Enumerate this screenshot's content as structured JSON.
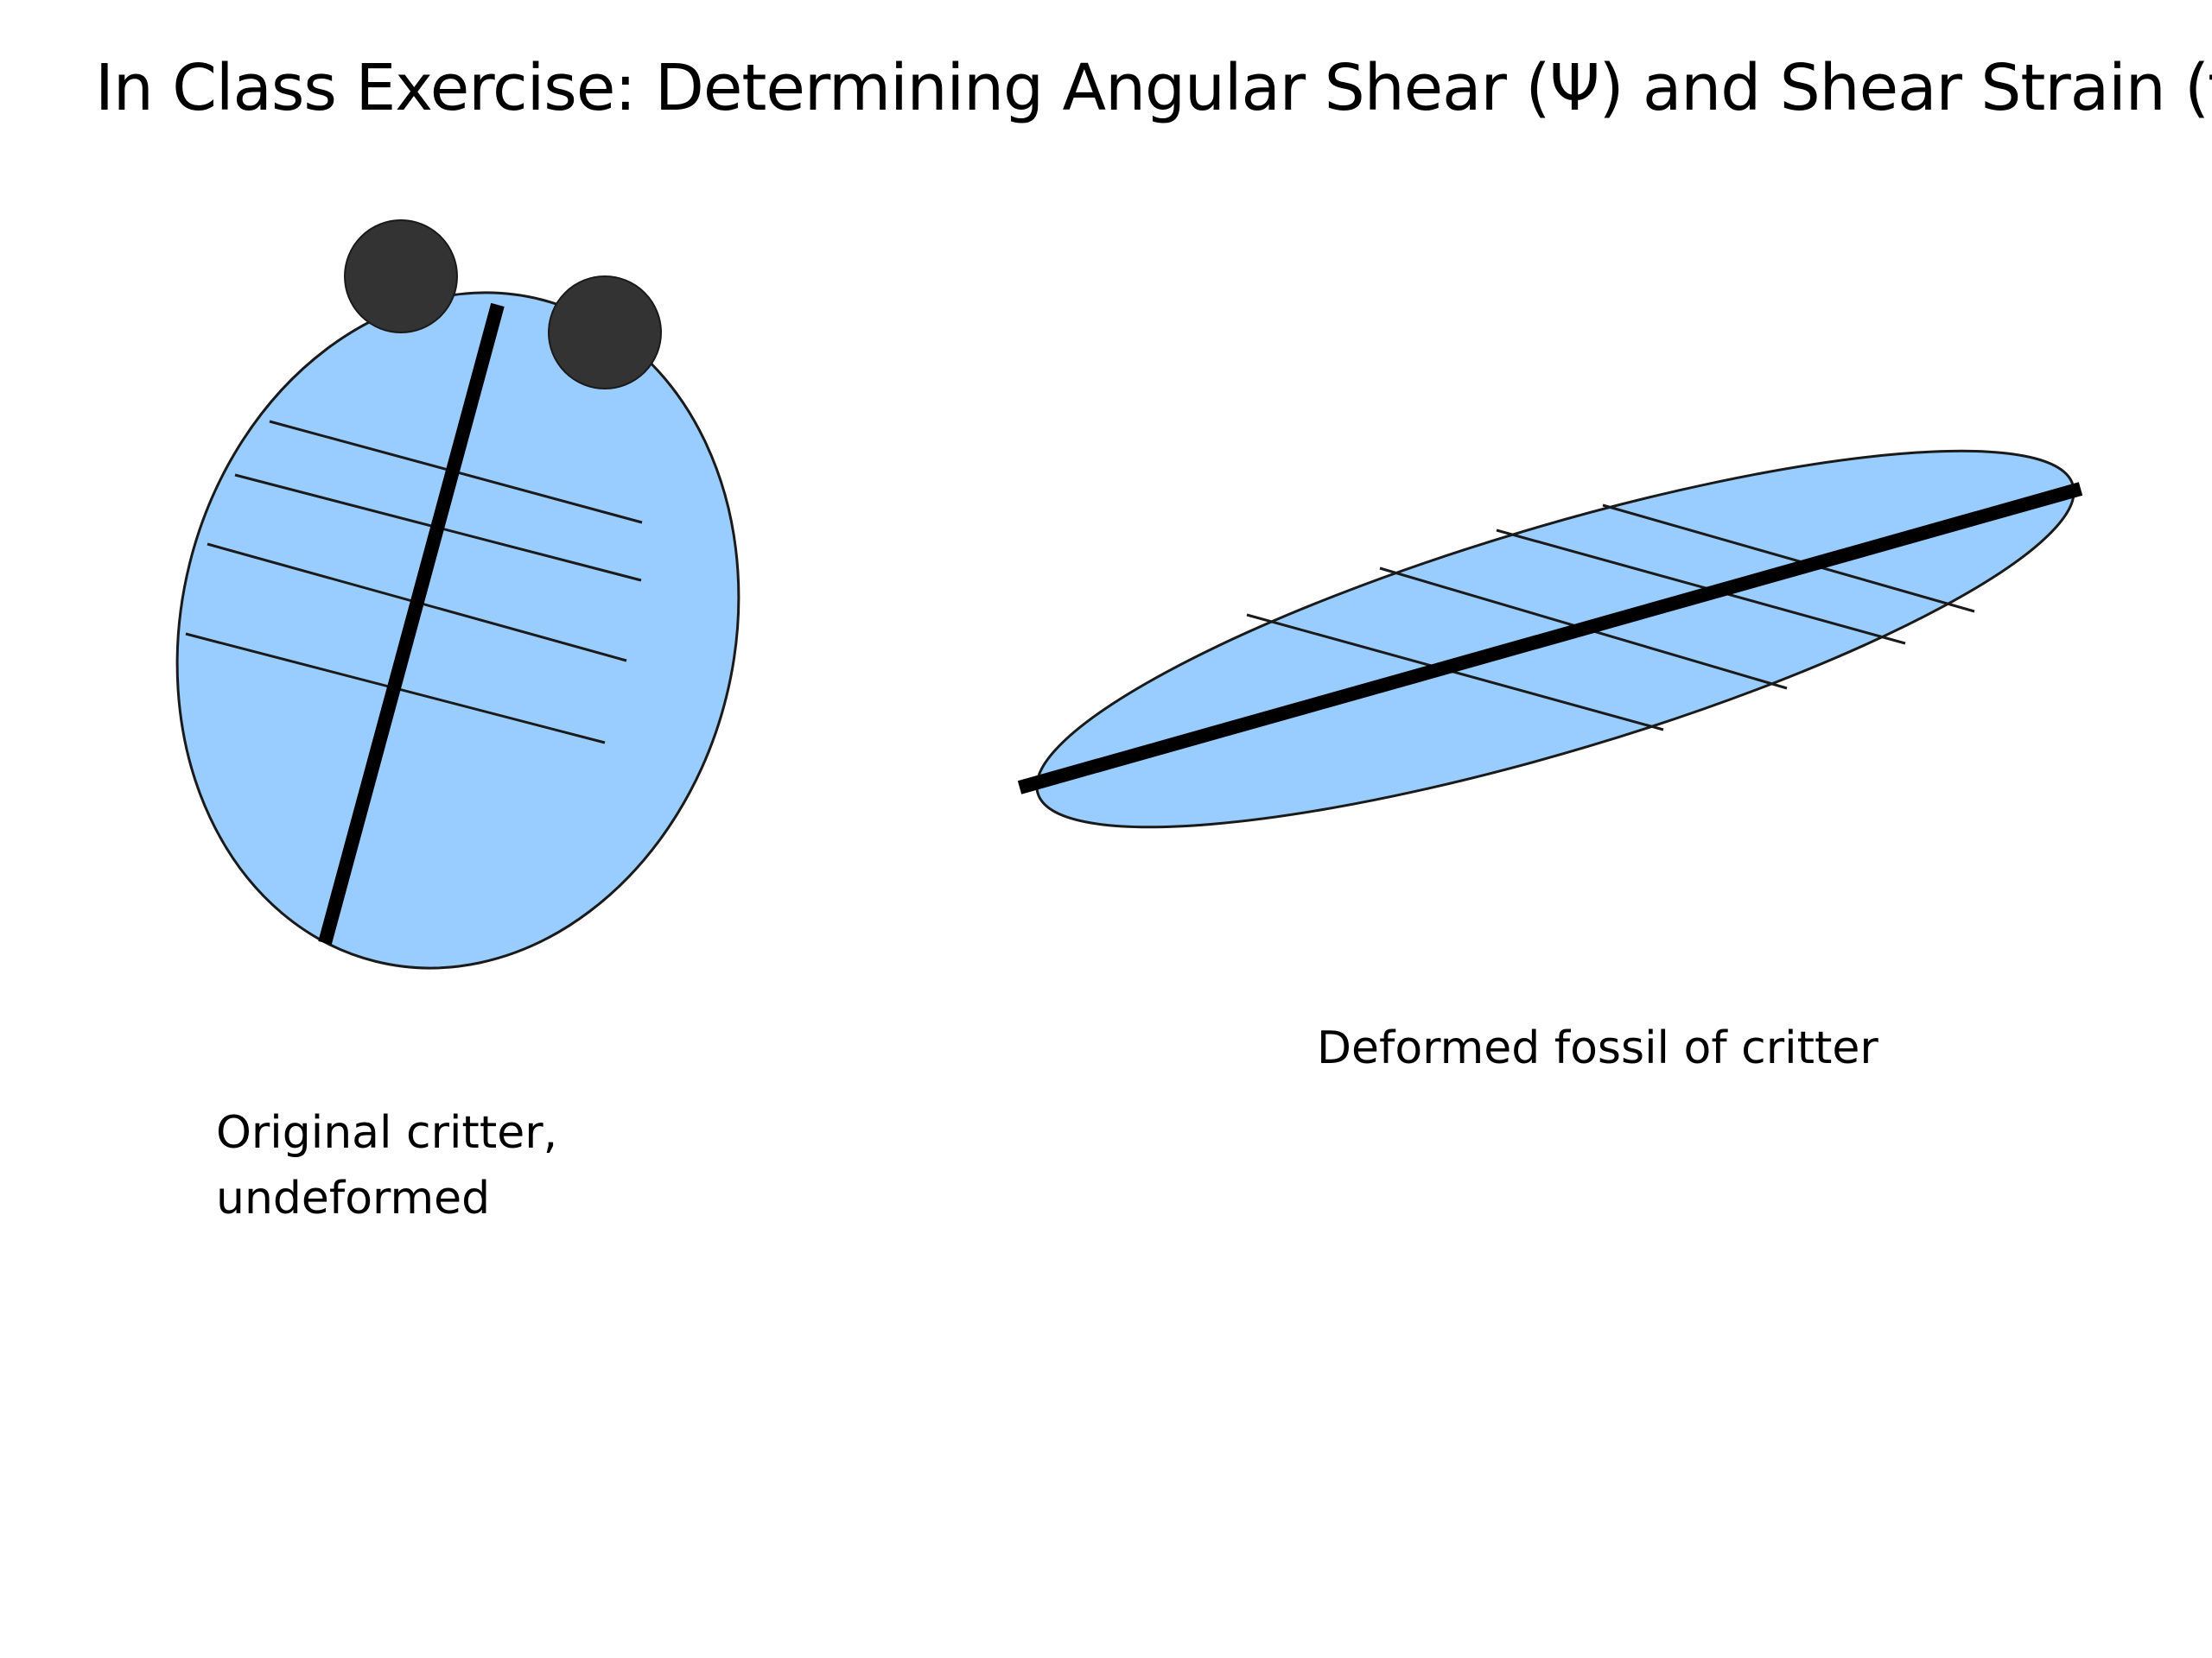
{
  "slide": {
    "title": "In Class Exercise:  Determining  Angular Shear (Ψ) and Shear Strain (γ)",
    "original_caption_line1": "Original critter,",
    "original_caption_line2": "undeformed",
    "deformed_caption": "Deformed fossil of critter"
  },
  "colors": {
    "body_fill": "#99ccff",
    "outline": "#1a1a1a",
    "spine": "#000000",
    "eyes": "#333333",
    "background": "#ffffff"
  }
}
